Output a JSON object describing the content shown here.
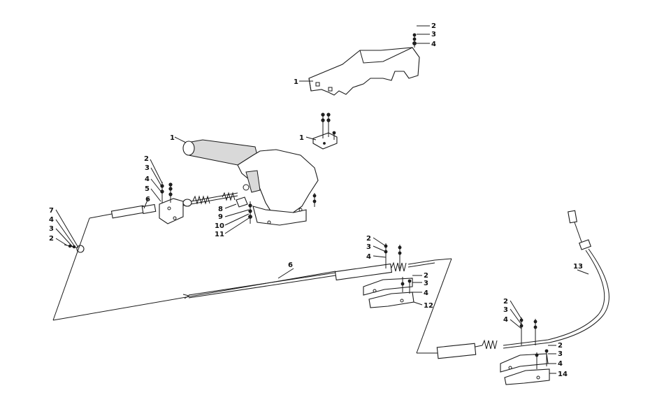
{
  "callouts": {
    "top_bracket": {
      "c1": "1",
      "c2": "2",
      "c3": "3",
      "c4": "4"
    },
    "small_bracket": {
      "c1": "1"
    },
    "handle": {
      "c1": "1"
    },
    "left_mount": {
      "c2": "2",
      "c3": "3",
      "c4": "4",
      "c5": "5",
      "c6": "6"
    },
    "right_mount": {
      "c8": "8",
      "c9": "9",
      "c10": "10",
      "c11": "11"
    },
    "cable_end": {
      "c7": "7",
      "c4": "4",
      "c3": "3",
      "c2": "2"
    },
    "middle_cable": {
      "c6": "6",
      "c2a": "2",
      "c3a": "3",
      "c4a": "4",
      "c2b": "2",
      "c3b": "3",
      "c4b": "4",
      "c12": "12"
    },
    "right_cable": {
      "c13": "13",
      "c2a": "2",
      "c3a": "3",
      "c4a": "4",
      "c2b": "2",
      "c3b": "3",
      "c4b": "4",
      "c14": "14"
    }
  }
}
